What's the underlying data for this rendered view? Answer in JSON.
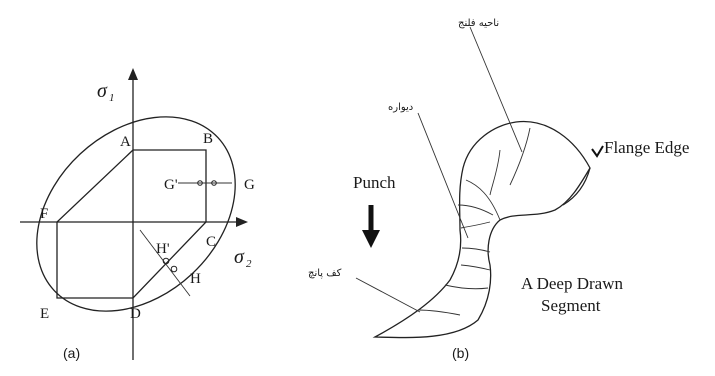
{
  "panel_a": {
    "axis_y_symbol": "σ",
    "axis_y_subscript": "1",
    "axis_x_symbol": "σ",
    "axis_x_subscript": "2",
    "points": [
      "A",
      "B",
      "C",
      "D",
      "E",
      "F",
      "G'",
      "G",
      "H'",
      "H"
    ],
    "caption": "(a)"
  },
  "panel_b": {
    "label_flange_region": "ناحیه فلنج",
    "label_wall": "دیواره",
    "label_punch_base": "کف پانچ",
    "label_flange_edge": "Flange Edge",
    "label_punch": "Punch",
    "label_segment_line1": "A Deep Drawn",
    "label_segment_line2": "Segment",
    "caption": "(b)"
  },
  "colors": {
    "ink": "#1a1a1a",
    "background": "#ffffff"
  }
}
